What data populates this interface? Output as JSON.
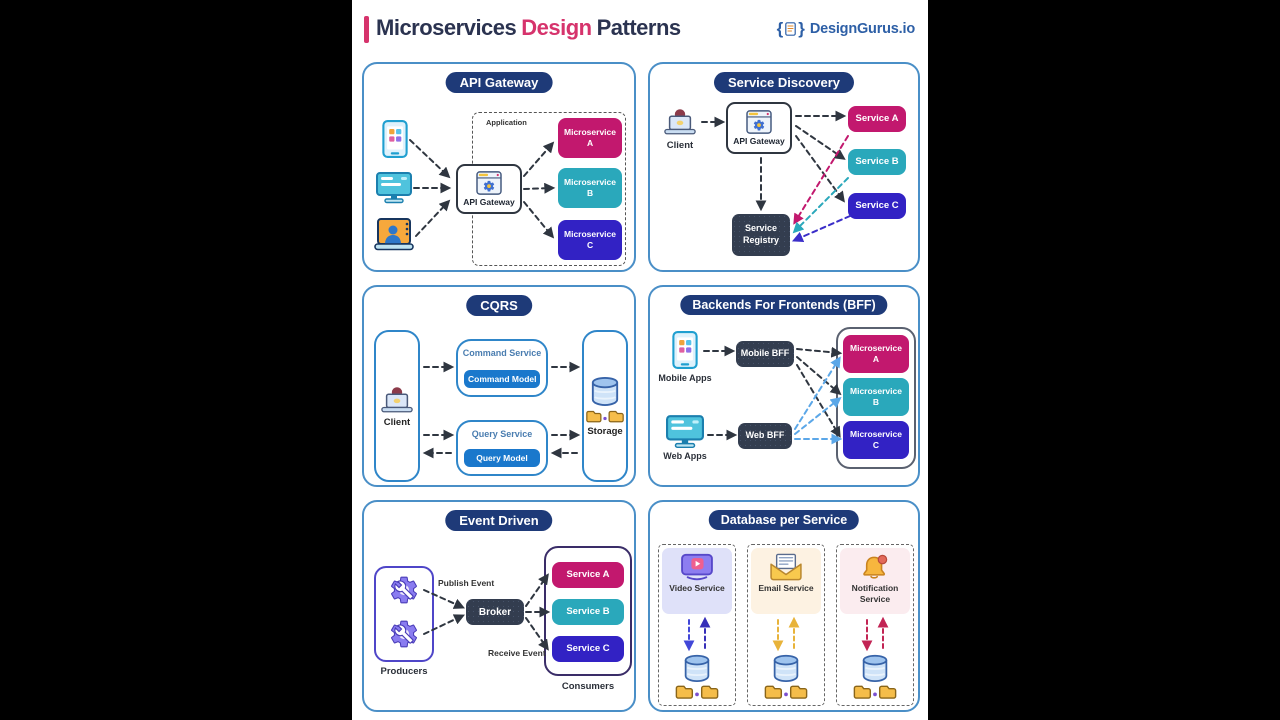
{
  "header": {
    "title_parts": [
      "Microservices",
      "Design",
      "Patterns"
    ],
    "logo": {
      "brace_left": "{",
      "brace_right": "}",
      "text": "DesignGurus.io"
    }
  },
  "colors": {
    "page_background": "#000000",
    "panel_background": "#ffffff",
    "card_border": "#4a8fc7",
    "title_navy": "#2b3350",
    "accent_pink": "#d6336c",
    "pill_navy": "#1e3a78",
    "logo_blue": "#2d5fa6",
    "service_a_pink": "#c2186e",
    "service_b_teal": "#2aa8bb",
    "service_c_indigo": "#3222c4",
    "dark_node_navy": "#333d4f",
    "cqrs_model_blue": "#1a78cc",
    "cqrs_border_blue": "#2f86c9",
    "black_arrow": "#2f3640",
    "web_bff_arrow_blue": "#5ba7e8",
    "video_tile_lavender": "#dfe1f9",
    "email_tile_cream": "#fdf2e2",
    "notification_tile_pink": "#fbecef",
    "video_arrow_blue": "#4147d8",
    "video_arrow_indigo": "#372fb8",
    "email_arrow_amber": "#e8b33a",
    "notification_arrow_crimson": "#c22454",
    "producer_purple": "#4f46c8"
  },
  "icons": {
    "mobile-phone-icon": "smartphone with app tiles",
    "desktop-monitor-icon": "teal desktop monitor",
    "laptop-user-icon": "laptop with person on screen",
    "browser-gear-icon": "browser window with gear",
    "client-laptop-icon": "person behind laptop",
    "database-icon": "blue cylinder database",
    "folder-pair-icon": "two yellow folders with dot",
    "gear-wrench-icon": "purple gear with wrench",
    "video-player-icon": "purple screen with play button",
    "email-envelope-icon": "yellow envelope with letter",
    "notification-bell-icon": "yellow bell with red badge",
    "code-document-icon": "document between braces"
  },
  "cards": {
    "api_gateway": {
      "title": "API Gateway",
      "application_label": "Application",
      "gateway_label": "API Gateway",
      "services": [
        {
          "label": "Microservice A"
        },
        {
          "label": "Microservice B"
        },
        {
          "label": "Microservice C"
        }
      ]
    },
    "service_discovery": {
      "title": "Service Discovery",
      "client_label": "Client",
      "gateway_label": "API Gateway",
      "registry_label": "Service Registry",
      "services": [
        {
          "label": "Service A"
        },
        {
          "label": "Service B"
        },
        {
          "label": "Service C"
        }
      ]
    },
    "cqrs": {
      "title": "CQRS",
      "client_label": "Client",
      "storage_label": "Storage",
      "command_service": "Command Service",
      "command_model": "Command Model",
      "query_service": "Query Service",
      "query_model": "Query Model"
    },
    "bff": {
      "title": "Backends For Frontends (BFF)",
      "mobile_apps_label": "Mobile Apps",
      "web_apps_label": "Web Apps",
      "mobile_bff_label": "Mobile BFF",
      "web_bff_label": "Web BFF",
      "services": [
        {
          "label": "Microservice A"
        },
        {
          "label": "Microservice B"
        },
        {
          "label": "Microservice C"
        }
      ]
    },
    "event_driven": {
      "title": "Event Driven",
      "producers_label": "Producers",
      "publish_label": "Publish Event",
      "broker_label": "Broker",
      "receive_label": "Receive Event",
      "consumers_label": "Consumers",
      "services": [
        {
          "label": "Service A"
        },
        {
          "label": "Service B"
        },
        {
          "label": "Service C"
        }
      ]
    },
    "db_per_service": {
      "title": "Database per Service",
      "columns": [
        {
          "label": "Video Service"
        },
        {
          "label": "Email Service"
        },
        {
          "label": "Notification Service"
        }
      ]
    }
  }
}
